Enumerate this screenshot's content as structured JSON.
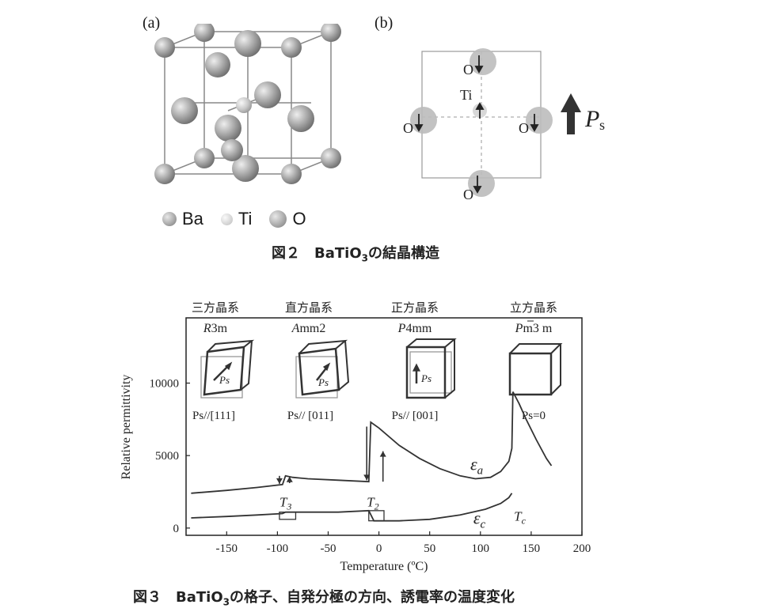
{
  "fig2": {
    "panel_a_label": "(a)",
    "panel_b_label": "(b)",
    "legend": [
      {
        "icon": "ba-atom-icon",
        "label": "Ba"
      },
      {
        "icon": "ti-atom-icon",
        "label": "Ti"
      },
      {
        "icon": "o-atom-icon",
        "label": "O"
      }
    ],
    "panel_b": {
      "o_label": "O",
      "ti_label": "Ti",
      "ps_label": "P",
      "ps_sub": "s"
    },
    "caption_prefix": "図２　BaTiO",
    "caption_sub": "3",
    "caption_suffix": "の結晶構造"
  },
  "fig3": {
    "phases": [
      {
        "system": "三方晶系",
        "space_group_i": "R",
        "space_group": "3m",
        "polarization": "Ps//[111]",
        "ps_label": "Ps"
      },
      {
        "system": "直方晶系",
        "space_group_i": "A",
        "space_group": "mm2",
        "polarization": "Ps// [011]",
        "ps_label": "Ps"
      },
      {
        "system": "正方晶系",
        "space_group_i": "P",
        "space_group": "4mm",
        "polarization": "Ps// [001]",
        "ps_label": "Ps"
      },
      {
        "system": "立方晶系",
        "space_group_i": "P",
        "space_group": "m3 m",
        "polarization": "Ps=0",
        "ps_label": ""
      }
    ],
    "caption_prefix": "図３　BaTiO",
    "caption_sub": "3",
    "caption_suffix": "の格子、自発分極の方向、誘電率の温度変化"
  },
  "chart_data": {
    "type": "line",
    "xlabel": "Temperature (ºC)",
    "ylabel": "Relative permittivity",
    "xlim": [
      -190,
      200
    ],
    "ylim": [
      -500,
      14500
    ],
    "x_ticks": [
      -150,
      -100,
      -50,
      0,
      50,
      100,
      150,
      200
    ],
    "y_ticks": [
      0,
      5000,
      10000
    ],
    "series": [
      {
        "name": "εa",
        "points": [
          [
            -185,
            2400
          ],
          [
            -150,
            2600
          ],
          [
            -120,
            2800
          ],
          [
            -95,
            3000
          ],
          [
            -92,
            3600
          ],
          [
            -85,
            3500
          ],
          [
            -70,
            3400
          ],
          [
            -40,
            3300
          ],
          [
            -10,
            3200
          ],
          [
            -8,
            7300
          ],
          [
            0,
            6900
          ],
          [
            20,
            5700
          ],
          [
            40,
            4800
          ],
          [
            60,
            4100
          ],
          [
            80,
            3600
          ],
          [
            95,
            3400
          ],
          [
            110,
            3500
          ],
          [
            120,
            3900
          ],
          [
            128,
            4600
          ],
          [
            131,
            5500
          ],
          [
            132,
            9400
          ],
          [
            138,
            8600
          ],
          [
            145,
            7500
          ],
          [
            155,
            6100
          ],
          [
            165,
            4800
          ],
          [
            170,
            4300
          ]
        ]
      },
      {
        "name": "εc",
        "points": [
          [
            -185,
            700
          ],
          [
            -150,
            800
          ],
          [
            -120,
            900
          ],
          [
            -95,
            1000
          ],
          [
            -92,
            1100
          ],
          [
            -70,
            1100
          ],
          [
            -40,
            1100
          ],
          [
            -10,
            1200
          ],
          [
            -5,
            500
          ],
          [
            20,
            500
          ],
          [
            50,
            600
          ],
          [
            80,
            900
          ],
          [
            105,
            1300
          ],
          [
            120,
            1700
          ],
          [
            128,
            2100
          ],
          [
            131,
            2400
          ]
        ]
      }
    ],
    "annotations": [
      {
        "text": "T3",
        "x": -90
      },
      {
        "text": "T2",
        "x": -3
      },
      {
        "text": "Tc",
        "x": 141
      },
      {
        "text": "εa",
        "x": 98
      },
      {
        "text": "εc",
        "x": 95
      }
    ],
    "grid": false
  }
}
